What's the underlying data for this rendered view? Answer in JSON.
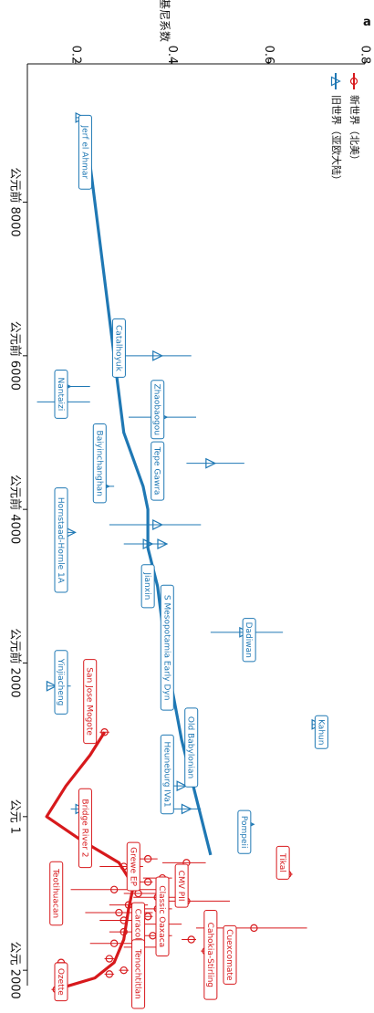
{
  "panel_label": "a",
  "colors": {
    "new_world": "#d7191c",
    "old_world": "#1f78b4",
    "axis": "#111111"
  },
  "chart_data": {
    "type": "scatter",
    "ylabel": "基尼系数",
    "xlabel": "",
    "ylim": [
      0.1,
      0.8
    ],
    "yticks": [
      0.2,
      0.4,
      0.6,
      0.8
    ],
    "xlim": [
      -9800,
      2200
    ],
    "xticks": [
      {
        "value": -8000,
        "label": "公元前 8000"
      },
      {
        "value": -6000,
        "label": "公元前 6000"
      },
      {
        "value": -4000,
        "label": "公元前 4000"
      },
      {
        "value": -2000,
        "label": "公元前 2000"
      },
      {
        "value": 0,
        "label": "公元 1"
      },
      {
        "value": 2000,
        "label": "公元 2000"
      }
    ],
    "legend": {
      "placement": "top-right",
      "entries": [
        "新世界（北美）",
        "旧世界（亚欧大陆）"
      ]
    },
    "series": [
      {
        "name": "旧世界（亚欧大陆）",
        "marker": "triangle",
        "points": [
          {
            "x": -9100,
            "y": 0.21,
            "lo": 0.2,
            "hi": 0.23
          },
          {
            "x": -6000,
            "y": 0.37,
            "lo": 0.3,
            "hi": 0.44
          },
          {
            "x": -5600,
            "y": 0.18,
            "lo": 0.16,
            "hi": 0.23
          },
          {
            "x": -5400,
            "y": 0.17,
            "lo": 0.12,
            "hi": 0.23
          },
          {
            "x": -5200,
            "y": 0.38,
            "lo": 0.31,
            "hi": 0.45
          },
          {
            "x": -4600,
            "y": 0.48,
            "lo": 0.43,
            "hi": 0.55
          },
          {
            "x": -4300,
            "y": 0.26,
            "lo": 0.24,
            "hi": 0.28
          },
          {
            "x": -3800,
            "y": 0.37,
            "lo": 0.27,
            "hi": 0.46
          },
          {
            "x": -3700,
            "y": 0.19,
            "lo": 0.18,
            "hi": 0.2
          },
          {
            "x": -3550,
            "y": 0.38,
            "lo": 0.32,
            "hi": 0.39
          },
          {
            "x": -3550,
            "y": 0.35,
            "lo": 0.3,
            "hi": 0.38
          },
          {
            "x": -2400,
            "y": 0.55,
            "lo": 0.48,
            "hi": 0.63
          },
          {
            "x": -1700,
            "y": 0.15,
            "lo": 0.14,
            "hi": 0.19
          },
          {
            "x": -1200,
            "y": 0.7,
            "lo": 0.69,
            "hi": 0.71
          },
          {
            "x": -400,
            "y": 0.42,
            "lo": 0.4,
            "hi": 0.45
          },
          {
            "x": -100,
            "y": 0.21,
            "lo": 0.19,
            "hi": 0.22
          },
          {
            "x": -100,
            "y": 0.43,
            "lo": 0.38,
            "hi": 0.46
          },
          {
            "x": 100,
            "y": 0.56,
            "lo": 0.55,
            "hi": 0.57
          }
        ],
        "trend": [
          {
            "x": -8500,
            "y": 0.23
          },
          {
            "x": -7000,
            "y": 0.26
          },
          {
            "x": -6000,
            "y": 0.28
          },
          {
            "x": -5000,
            "y": 0.3
          },
          {
            "x": -4300,
            "y": 0.34
          },
          {
            "x": -4000,
            "y": 0.35
          },
          {
            "x": -3500,
            "y": 0.35
          },
          {
            "x": -3000,
            "y": 0.37
          },
          {
            "x": -2000,
            "y": 0.39
          },
          {
            "x": -1000,
            "y": 0.42
          },
          {
            "x": 0,
            "y": 0.46
          },
          {
            "x": 500,
            "y": 0.48
          }
        ],
        "labels": [
          {
            "text": "Jerf el Ahmar",
            "x": -8650,
            "y": 0.22
          },
          {
            "text": "Catalhoyuk",
            "x": -6100,
            "y": 0.29
          },
          {
            "text": "Zhaobaogou",
            "x": -5300,
            "y": 0.37
          },
          {
            "text": "Nantaizi",
            "x": -5500,
            "y": 0.17
          },
          {
            "text": "Baiyinchanghan",
            "x": -4600,
            "y": 0.25
          },
          {
            "text": "Tepe Gawra",
            "x": -4500,
            "y": 0.37
          },
          {
            "text": "Hornstaad-Hornle 1A",
            "x": -3600,
            "y": 0.17
          },
          {
            "text": "Jianxin",
            "x": -3000,
            "y": 0.35
          },
          {
            "text": "S Mesopotamia Early Dyn",
            "x": -2200,
            "y": 0.39
          },
          {
            "text": "Dadiwan",
            "x": -2300,
            "y": 0.56
          },
          {
            "text": "Yinjiacheng",
            "x": -1750,
            "y": 0.17
          },
          {
            "text": "Kahun",
            "x": -1100,
            "y": 0.71
          },
          {
            "text": "Old Babylonian",
            "x": -900,
            "y": 0.44
          },
          {
            "text": "Heuneburg IVa1",
            "x": -550,
            "y": 0.39
          },
          {
            "text": "Pompeii",
            "x": 200,
            "y": 0.55
          }
        ]
      },
      {
        "name": "新世界（北美）",
        "marker": "circle",
        "points": [
          {
            "x": -1100,
            "y": 0.26,
            "lo": 0.25,
            "hi": 0.27
          },
          {
            "x": 550,
            "y": 0.35,
            "lo": 0.33,
            "hi": 0.37
          },
          {
            "x": 600,
            "y": 0.43,
            "lo": 0.38,
            "hi": 0.47
          },
          {
            "x": 650,
            "y": 0.3,
            "lo": 0.25,
            "hi": 0.34
          },
          {
            "x": 750,
            "y": 0.64,
            "lo": 0.62,
            "hi": 0.65
          },
          {
            "x": 800,
            "y": 0.38,
            "lo": 0.34,
            "hi": 0.4
          },
          {
            "x": 850,
            "y": 0.35,
            "lo": 0.32,
            "hi": 0.36
          },
          {
            "x": 950,
            "y": 0.28,
            "lo": 0.19,
            "hi": 0.38
          },
          {
            "x": 1000,
            "y": 0.33,
            "lo": 0.3,
            "hi": 0.38
          },
          {
            "x": 1050,
            "y": 0.37,
            "lo": 0.32,
            "hi": 0.42
          },
          {
            "x": 1100,
            "y": 0.43,
            "lo": 0.38,
            "hi": 0.52
          },
          {
            "x": 1150,
            "y": 0.31,
            "lo": 0.27,
            "hi": 0.35
          },
          {
            "x": 1200,
            "y": 0.37,
            "lo": 0.33,
            "hi": 0.4
          },
          {
            "x": 1250,
            "y": 0.29,
            "lo": 0.22,
            "hi": 0.36
          },
          {
            "x": 1300,
            "y": 0.35,
            "lo": 0.33,
            "hi": 0.36
          },
          {
            "x": 1350,
            "y": 0.3,
            "lo": 0.25,
            "hi": 0.34
          },
          {
            "x": 1400,
            "y": 0.38,
            "lo": 0.34,
            "hi": 0.42
          },
          {
            "x": 1450,
            "y": 0.57,
            "lo": 0.45,
            "hi": 0.68
          },
          {
            "x": 1500,
            "y": 0.3,
            "lo": 0.27,
            "hi": 0.33
          },
          {
            "x": 1550,
            "y": 0.36,
            "lo": 0.32,
            "hi": 0.4
          },
          {
            "x": 1600,
            "y": 0.44,
            "lo": 0.42,
            "hi": 0.45
          },
          {
            "x": 1650,
            "y": 0.28,
            "lo": 0.23,
            "hi": 0.33
          },
          {
            "x": 1700,
            "y": 0.33,
            "lo": 0.3,
            "hi": 0.37
          },
          {
            "x": 1750,
            "y": 0.47,
            "lo": 0.46,
            "hi": 0.48
          },
          {
            "x": 1850,
            "y": 0.27,
            "lo": 0.26,
            "hi": 0.28
          },
          {
            "x": 1900,
            "y": 0.17,
            "lo": 0.16,
            "hi": 0.18
          },
          {
            "x": 2000,
            "y": 0.3,
            "lo": 0.29,
            "hi": 0.31
          },
          {
            "x": 2050,
            "y": 0.27,
            "lo": 0.26,
            "hi": 0.28
          },
          {
            "x": 2250,
            "y": 0.16,
            "lo": 0.15,
            "hi": 0.17
          }
        ],
        "trend": [
          {
            "x": -1100,
            "y": 0.26
          },
          {
            "x": -800,
            "y": 0.23
          },
          {
            "x": -400,
            "y": 0.18
          },
          {
            "x": 0,
            "y": 0.14
          },
          {
            "x": 300,
            "y": 0.21
          },
          {
            "x": 600,
            "y": 0.29
          },
          {
            "x": 900,
            "y": 0.32
          },
          {
            "x": 1200,
            "y": 0.31
          },
          {
            "x": 1600,
            "y": 0.3
          },
          {
            "x": 1900,
            "y": 0.28
          },
          {
            "x": 2100,
            "y": 0.24
          },
          {
            "x": 2250,
            "y": 0.16
          }
        ],
        "labels": [
          {
            "text": "San Jose Mogote",
            "x": -1500,
            "y": 0.23
          },
          {
            "text": "Bridge River 2",
            "x": 150,
            "y": 0.22
          },
          {
            "text": "Grewe EP",
            "x": 650,
            "y": 0.32
          },
          {
            "text": "CMV PII",
            "x": 900,
            "y": 0.42
          },
          {
            "text": "Tikal",
            "x": 600,
            "y": 0.63
          },
          {
            "text": "Teotihuacan",
            "x": 1000,
            "y": 0.16
          },
          {
            "text": "Classic Oaxaca",
            "x": 1300,
            "y": 0.38
          },
          {
            "text": "Caracol",
            "x": 1400,
            "y": 0.33
          },
          {
            "text": "Cahokia-Stirling",
            "x": 1800,
            "y": 0.48
          },
          {
            "text": "Cuexcomate",
            "x": 1800,
            "y": 0.52
          },
          {
            "text": "Tenochtitlan",
            "x": 2050,
            "y": 0.33
          },
          {
            "text": "Ozette",
            "x": 2150,
            "y": 0.17
          }
        ]
      }
    ]
  }
}
